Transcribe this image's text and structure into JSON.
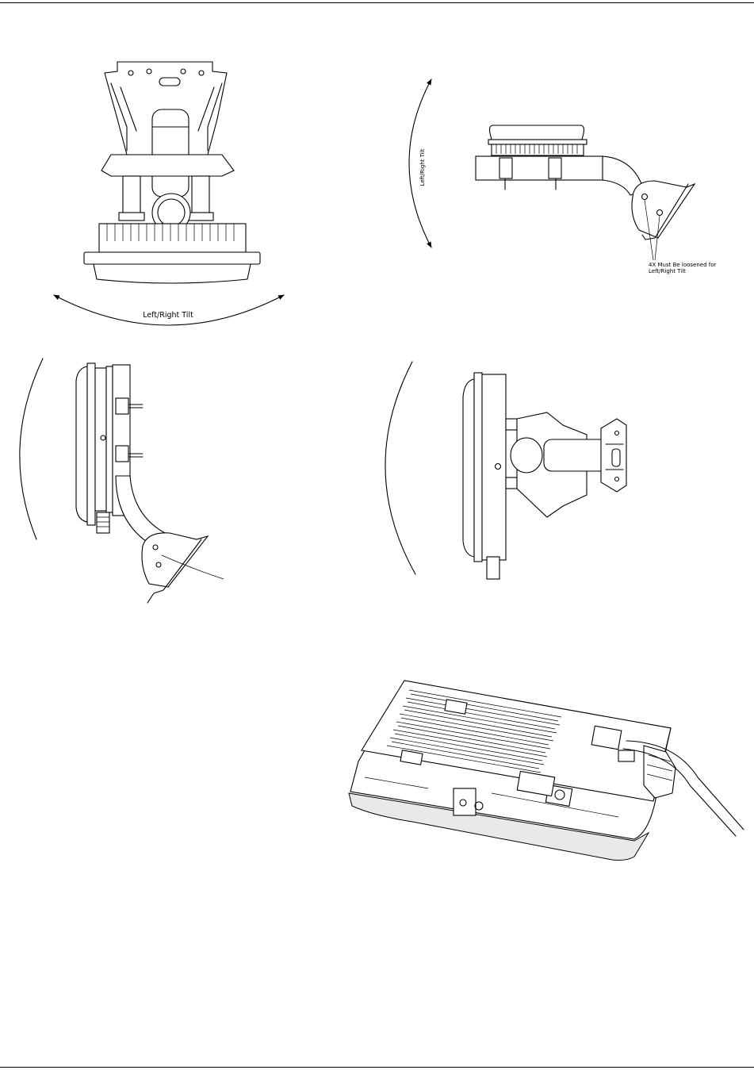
{
  "figure": {
    "views": [
      {
        "name": "bracket-front-view",
        "label": "Left/Right  Tilt"
      },
      {
        "name": "bracket-side-view",
        "label": "Left/Right Tilt"
      },
      {
        "name": "bracket-side-view-tilted"
      },
      {
        "name": "bracket-rear-view-tilted"
      },
      {
        "name": "unit-isometric-view"
      }
    ],
    "note": {
      "line1": "4X Must Be loosened for",
      "line2": "Left/Right Tilt"
    }
  }
}
